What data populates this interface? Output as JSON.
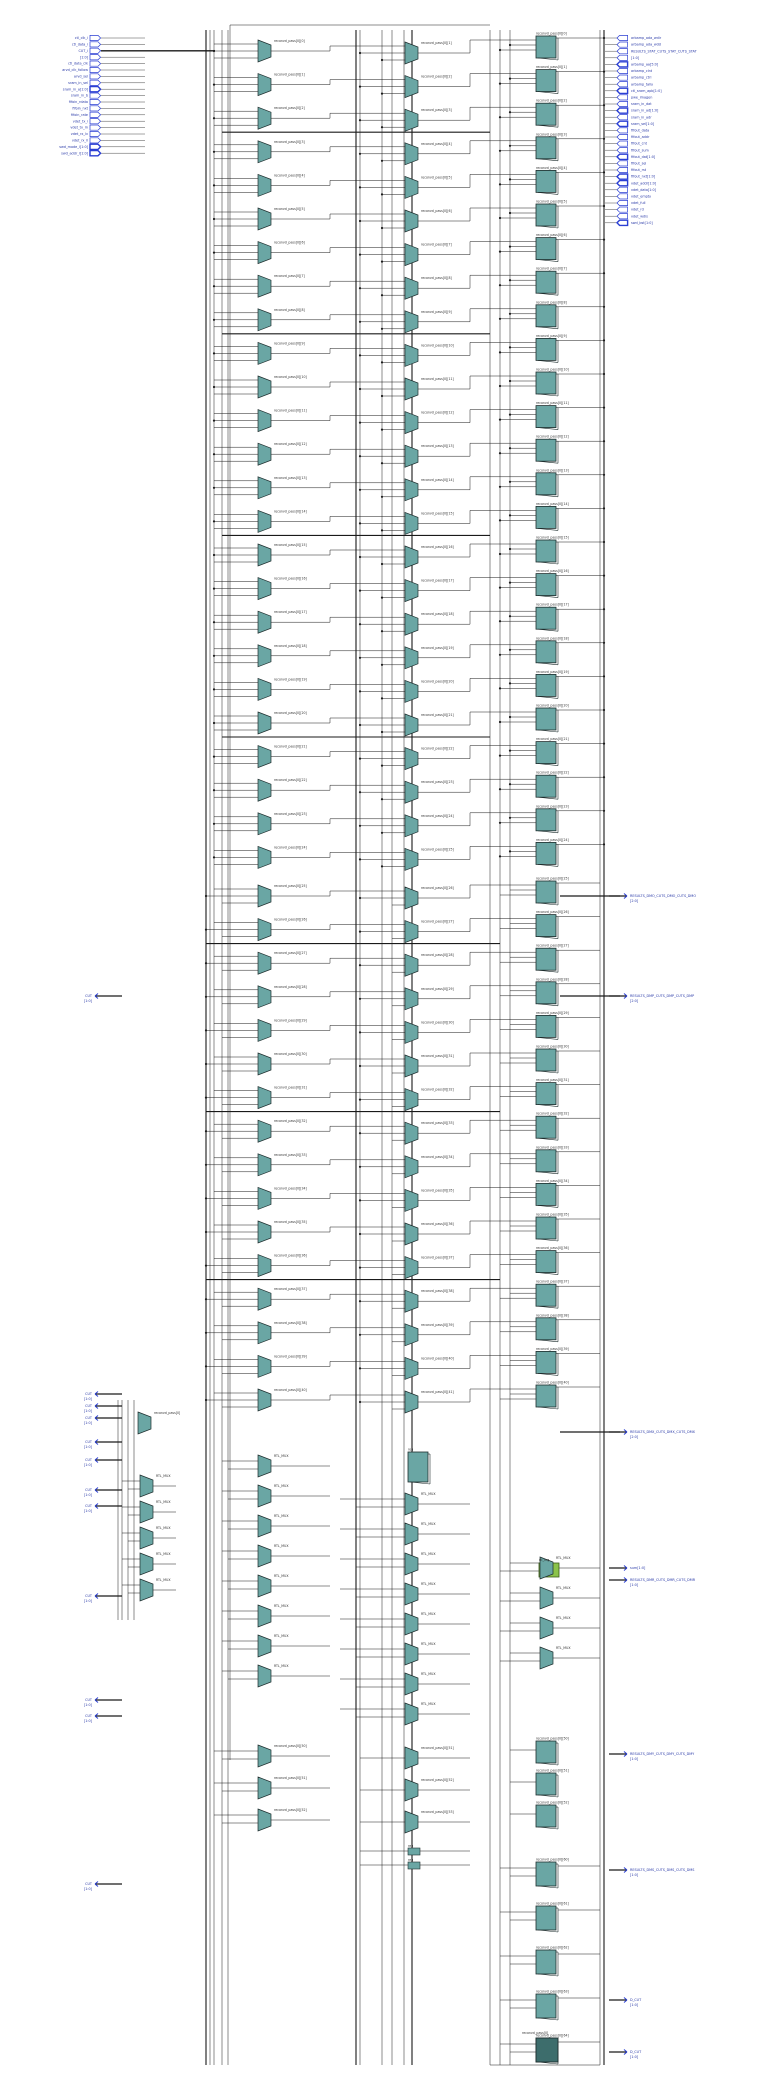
{
  "colors": {
    "wire": "#1a1a1a",
    "block_fill": "#6aa6a4",
    "block_stroke": "#1e2e2e",
    "port": "#2b3fd4",
    "highlight": "#8bc34a",
    "background": "#ffffff"
  },
  "left_ports": [
    {
      "name": "ctl_clk_i"
    },
    {
      "name": "ctl_data_i"
    },
    {
      "name": "CUT_i"
    },
    {
      "name": "[1:0]"
    },
    {
      "name": "ctl_data_clk"
    },
    {
      "name": "arvd_clk_follow"
    },
    {
      "name": "arvd_sel"
    },
    {
      "name": "sram_in_sel"
    },
    {
      "name": "sram_in_a[1:0]"
    },
    {
      "name": "sram_in_b"
    },
    {
      "name": "fifoin_rdata"
    },
    {
      "name": "fifoin_nxt"
    },
    {
      "name": "fifoin_rate"
    },
    {
      "name": "vdet_tx_i"
    },
    {
      "name": "vdet_tx_m"
    },
    {
      "name": "vdet_rx_lv"
    },
    {
      "name": "vdet_rx_ll"
    },
    {
      "name": "swd_mode_l[1:0]"
    },
    {
      "name": "swd_addr_l[1:0]"
    }
  ],
  "right_ports": [
    {
      "name": "arbamp_ada_wdir"
    },
    {
      "name": "arbamp_ada_wdd"
    },
    {
      "name": "RESULTS_STAT_CUTS_STAT_CUTS_STAT"
    },
    {
      "name": "[1:0]"
    },
    {
      "name": "arbamp_aa[5:0]"
    },
    {
      "name": "arbamp_clnt"
    },
    {
      "name": "arbamp_ctrl"
    },
    {
      "name": "arbamp_tally"
    },
    {
      "name": "ctl_sram_apb[1:0]"
    },
    {
      "name": "pwe_imagen"
    },
    {
      "name": "sram_in_dat"
    },
    {
      "name": "sram_in_ad[1:0]"
    },
    {
      "name": "sram_in_adr"
    },
    {
      "name": "sram_sel[1:0]"
    },
    {
      "name": "fifout_data"
    },
    {
      "name": "fifout_addr"
    },
    {
      "name": "fifout_cnt"
    },
    {
      "name": "fifout_sum"
    },
    {
      "name": "fifout_dat[1:0]"
    },
    {
      "name": "fifout_sel"
    },
    {
      "name": "fifout_rst"
    },
    {
      "name": "fifout_nxt[1:0]"
    },
    {
      "name": "vdet_addr[1:0]"
    },
    {
      "name": "vdet_data[1:0]"
    },
    {
      "name": "vdet_empty"
    },
    {
      "name": "vdet_full"
    },
    {
      "name": "vdet_rd"
    },
    {
      "name": "vdet_wdis"
    },
    {
      "name": "swd_bst[1:0]"
    }
  ],
  "bus_ports": [
    {
      "name": "RESULTS_DMO_CUTS_DMO_CUTS_DMO",
      "width": "[2:0]"
    },
    {
      "name": "RESULTS_DMP_CUTS_DMP_CUTS_DMP",
      "width": "[2:0]"
    },
    {
      "name": "RESULTS_DMX_CUTS_DMX_CUTS_DMX",
      "width": "[2:0]"
    },
    {
      "name": "sum[1:0]",
      "width": ""
    },
    {
      "name": "RESULTS_DMR_CUTS_DMR_CUTS_DMR",
      "width": "[1:0]"
    },
    {
      "name": "RESULTS_DMY_CUTS_DMY_CUTS_DMY",
      "width": "[1:0]"
    },
    {
      "name": "RESULTS_DMS_CUTS_DMS_CUTS_DMS",
      "width": "[1:0]"
    },
    {
      "name": "D_CUT",
      "width": "[1:0]"
    },
    {
      "name": "D_CUT",
      "width": "[1:0]"
    }
  ],
  "labels": {
    "mux_prefix": "reconvd_pass[0]",
    "reg_prefix": "reconvd_pass[0]",
    "rtl_mux": "RTL_MUX",
    "reg": "reg",
    "highlight_block": "rtl_reg",
    "aux_cut": "CUT",
    "aux_range": "[1:0]"
  }
}
